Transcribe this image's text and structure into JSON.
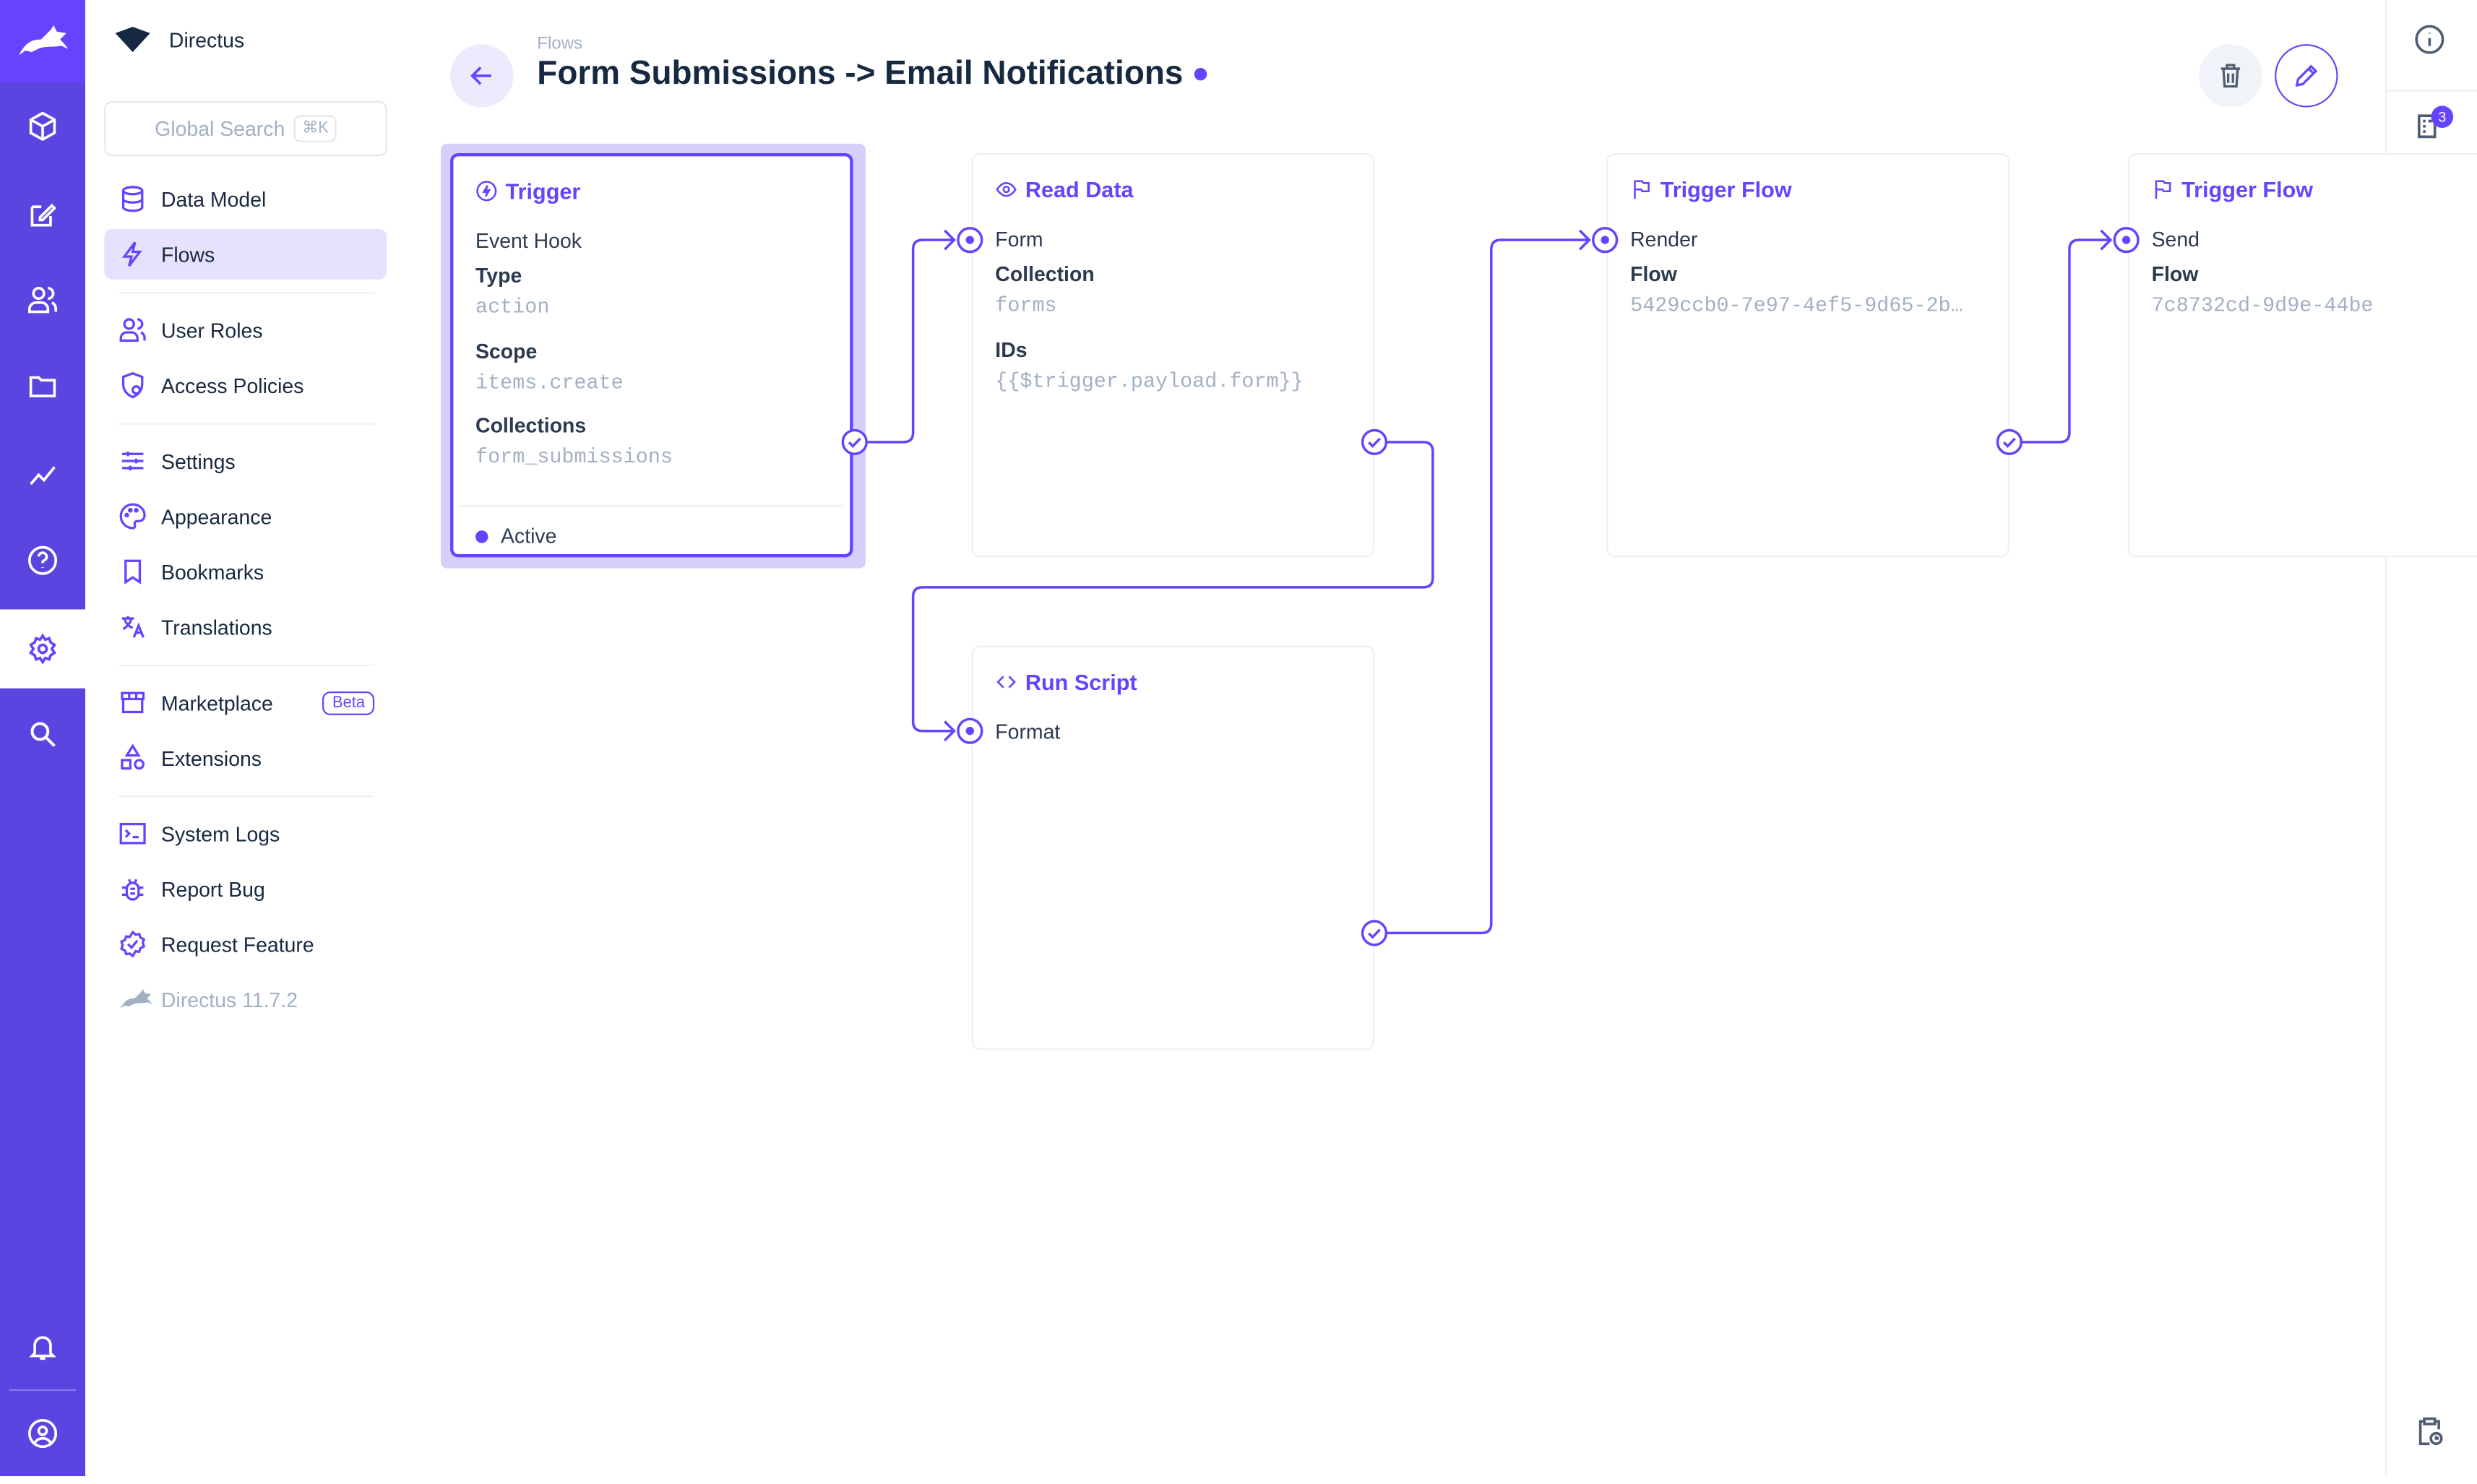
{
  "app": {
    "project_name": "Directus",
    "accent": "#6644ff"
  },
  "search": {
    "placeholder": "Global Search",
    "shortcut": "⌘K"
  },
  "rail": {
    "icons": [
      "content-cube-icon",
      "edit-icon",
      "users-icon",
      "folder-icon",
      "insights-icon",
      "help-icon",
      "settings-icon",
      "search-icon",
      "bell-icon",
      "account-icon"
    ],
    "active": "settings-icon"
  },
  "nav": {
    "items": [
      {
        "label": "Data Model",
        "icon": "database-icon"
      },
      {
        "label": "Flows",
        "icon": "bolt-icon",
        "active": true
      },
      {
        "label": "User Roles",
        "icon": "users-icon"
      },
      {
        "label": "Access Policies",
        "icon": "shield-icon"
      },
      {
        "label": "Settings",
        "icon": "sliders-icon"
      },
      {
        "label": "Appearance",
        "icon": "palette-icon"
      },
      {
        "label": "Bookmarks",
        "icon": "bookmark-icon"
      },
      {
        "label": "Translations",
        "icon": "translate-icon"
      },
      {
        "label": "Marketplace",
        "icon": "store-icon",
        "badge": "Beta"
      },
      {
        "label": "Extensions",
        "icon": "shapes-icon"
      },
      {
        "label": "System Logs",
        "icon": "terminal-icon"
      },
      {
        "label": "Report Bug",
        "icon": "bug-icon"
      },
      {
        "label": "Request Feature",
        "icon": "new-release-icon"
      }
    ],
    "version": "Directus 11.7.2"
  },
  "header": {
    "breadcrumb": "Flows",
    "title": "Form Submissions -> Email Notifications",
    "status_dot_color": "#6644ff"
  },
  "sidebar_right": {
    "notification_badge": "3"
  },
  "flow": {
    "trigger": {
      "title": "Trigger",
      "name": "Event Hook",
      "fields": [
        {
          "label": "Type",
          "value": "action"
        },
        {
          "label": "Scope",
          "value": "items.create"
        },
        {
          "label": "Collections",
          "value": "form_submissions"
        }
      ],
      "status": "Active"
    },
    "operations": [
      {
        "title": "Read Data",
        "icon": "eye-icon",
        "name": "Form",
        "fields": [
          {
            "label": "Collection",
            "value": "forms"
          },
          {
            "label": "IDs",
            "value": "{{$trigger.payload.form}}"
          }
        ]
      },
      {
        "title": "Run Script",
        "icon": "code-icon",
        "name": "Format",
        "fields": []
      },
      {
        "title": "Trigger Flow",
        "icon": "flag-icon",
        "name": "Render",
        "fields": [
          {
            "label": "Flow",
            "value": "5429ccb0-7e97-4ef5-9d65-2b…"
          }
        ]
      },
      {
        "title": "Trigger Flow",
        "icon": "flag-icon",
        "name": "Send",
        "fields": [
          {
            "label": "Flow",
            "value": "7c8732cd-9d9e-44be"
          }
        ]
      }
    ]
  }
}
